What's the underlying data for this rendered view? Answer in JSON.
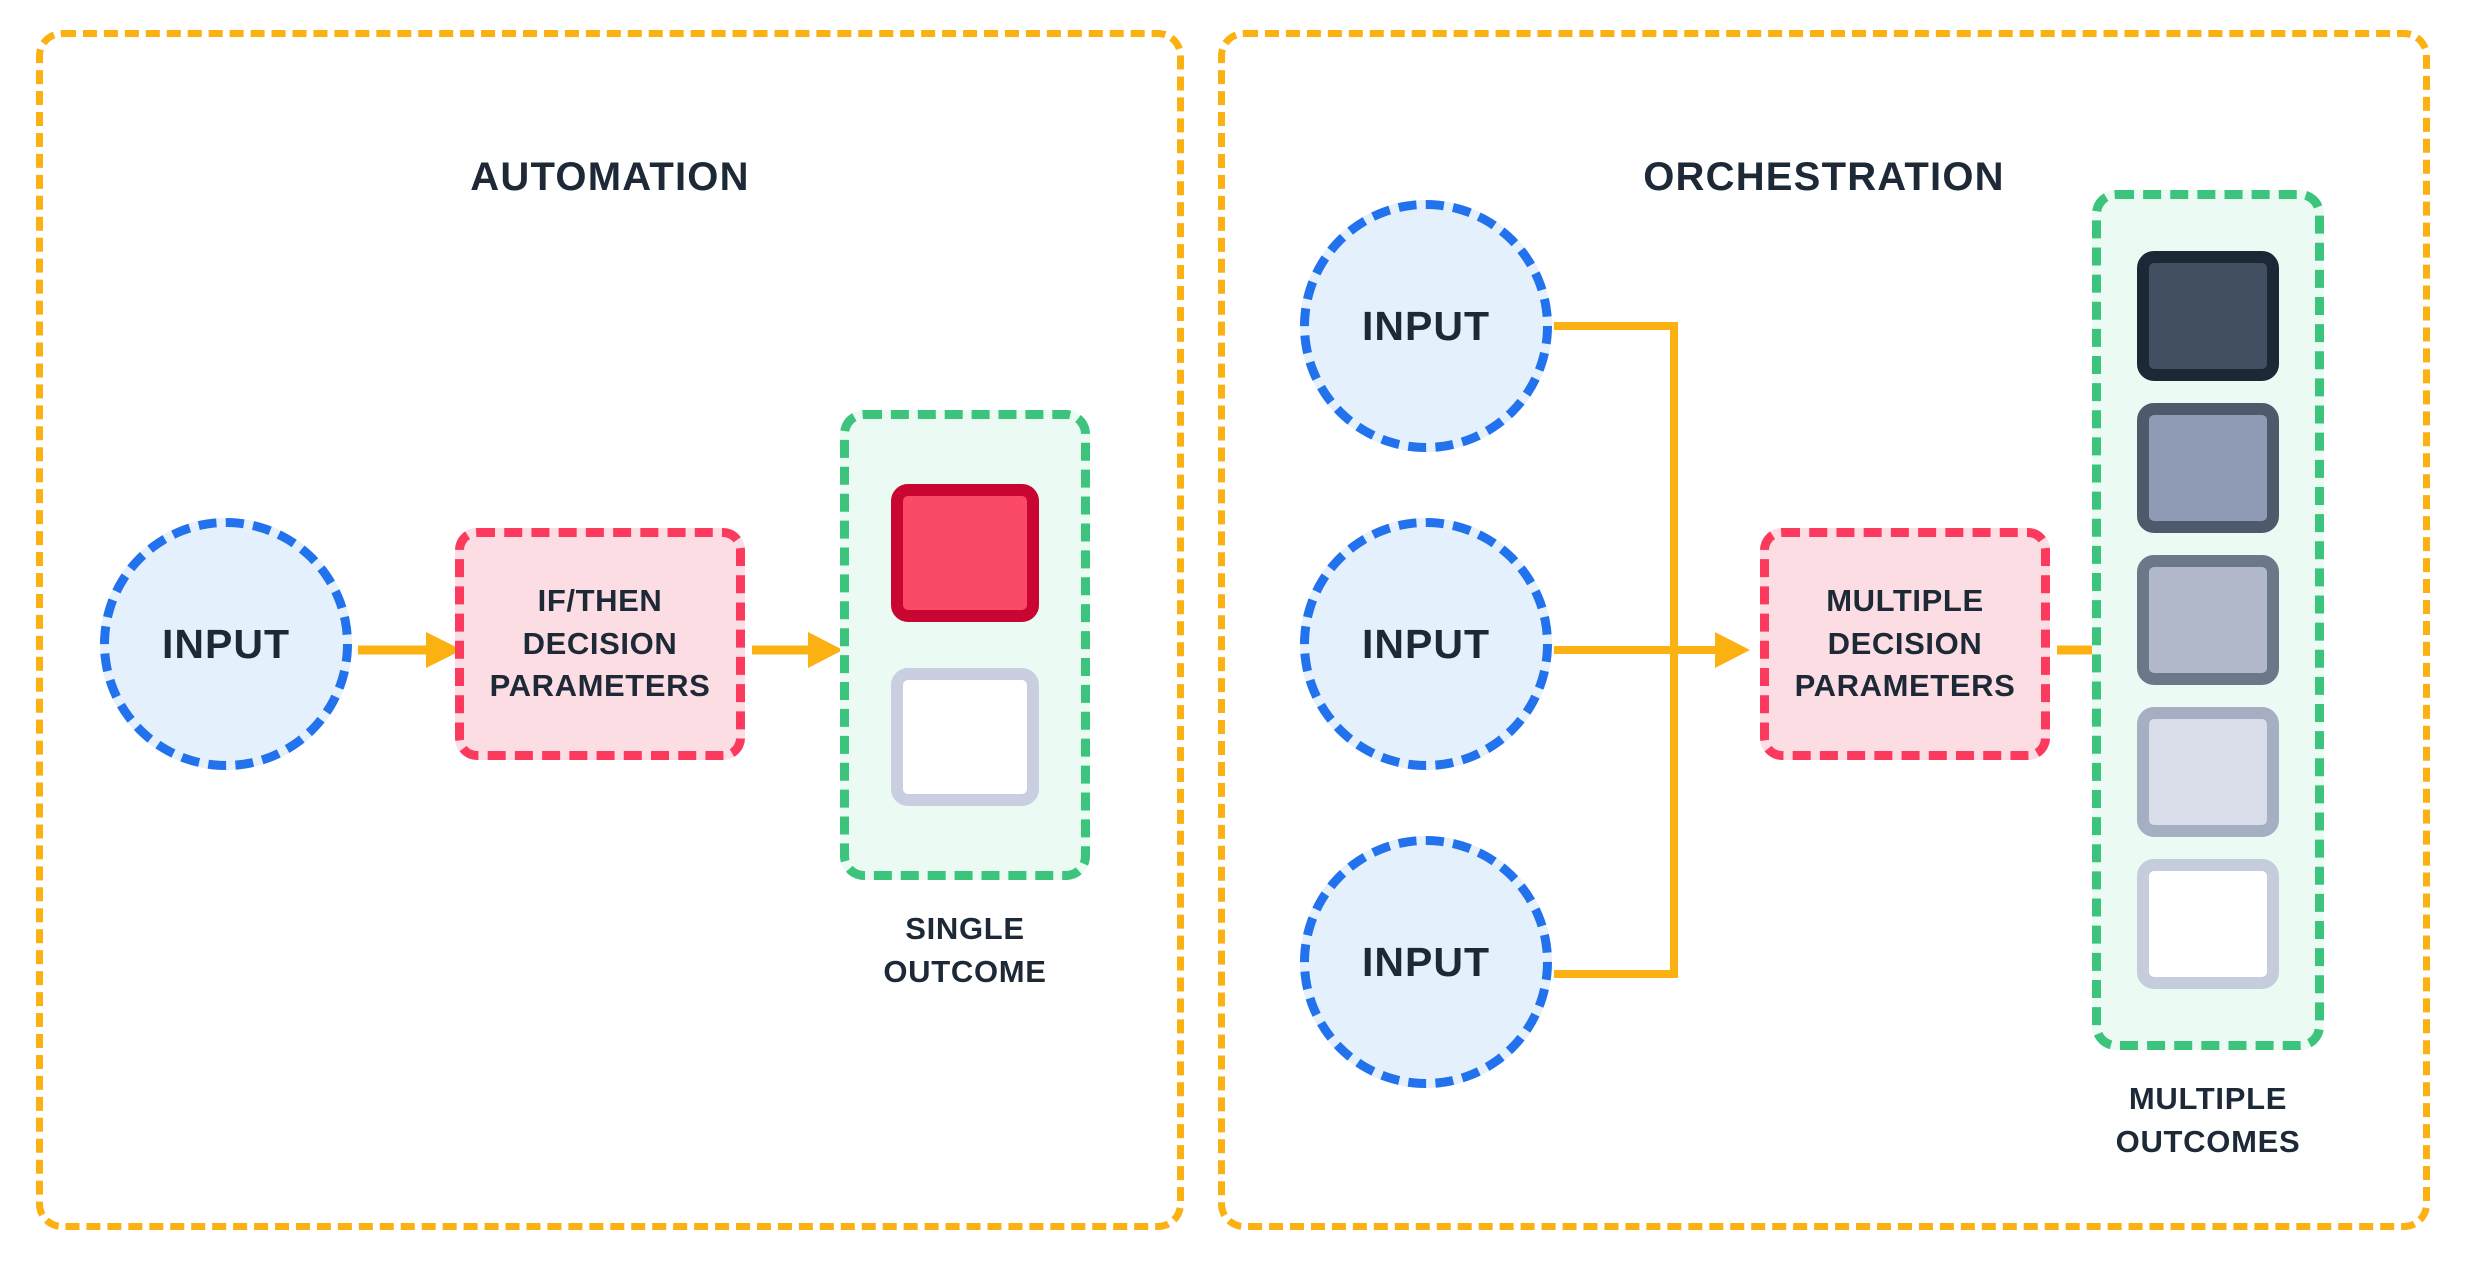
{
  "colors": {
    "panel_border": "#FBB111",
    "arrow": "#FBB111",
    "input_fill": "#E4F0FB",
    "input_border": "#2272EE",
    "decision_fill": "#FBDDE3",
    "decision_border": "#FB3A5E",
    "outcome_fill": "#EBFBF3",
    "outcome_border": "#3CC47C",
    "text": "#1D2936",
    "red_tile_fill": "#FB4A68",
    "red_tile_border": "#C90632"
  },
  "panels": [
    {
      "id": "automation",
      "title": "AUTOMATION",
      "inputs": [
        {
          "label": "INPUT"
        }
      ],
      "decision": {
        "lines": [
          "IF/THEN",
          "DECISION",
          "PARAMETERS"
        ]
      },
      "outcome": {
        "caption_lines": [
          "SINGLE",
          "OUTCOME"
        ],
        "tiles": [
          {
            "name": "outcome-tile-red",
            "fill": "#FB4A68",
            "border": "#C90632"
          },
          {
            "name": "outcome-tile-white",
            "fill": "#FFFFFF",
            "border": "#C9CFE0"
          }
        ]
      }
    },
    {
      "id": "orchestration",
      "title": "ORCHESTRATION",
      "inputs": [
        {
          "label": "INPUT"
        },
        {
          "label": "INPUT"
        },
        {
          "label": "INPUT"
        }
      ],
      "decision": {
        "lines": [
          "MULTIPLE",
          "DECISION",
          "PARAMETERS"
        ]
      },
      "outcome": {
        "caption_lines": [
          "MULTIPLE",
          "OUTCOMES"
        ],
        "tiles": [
          {
            "name": "outcome-tile-1",
            "fill": "#424F60",
            "border": "#1D2836"
          },
          {
            "name": "outcome-tile-2",
            "fill": "#8F9BB4",
            "border": "#4E5A6B"
          },
          {
            "name": "outcome-tile-3",
            "fill": "#B1B8C9",
            "border": "#6C7789"
          },
          {
            "name": "outcome-tile-4",
            "fill": "#D9DDEA",
            "border": "#A6AEC3"
          },
          {
            "name": "outcome-tile-5",
            "fill": "#FFFFFF",
            "border": "#C5CCDC"
          }
        ]
      }
    }
  ]
}
